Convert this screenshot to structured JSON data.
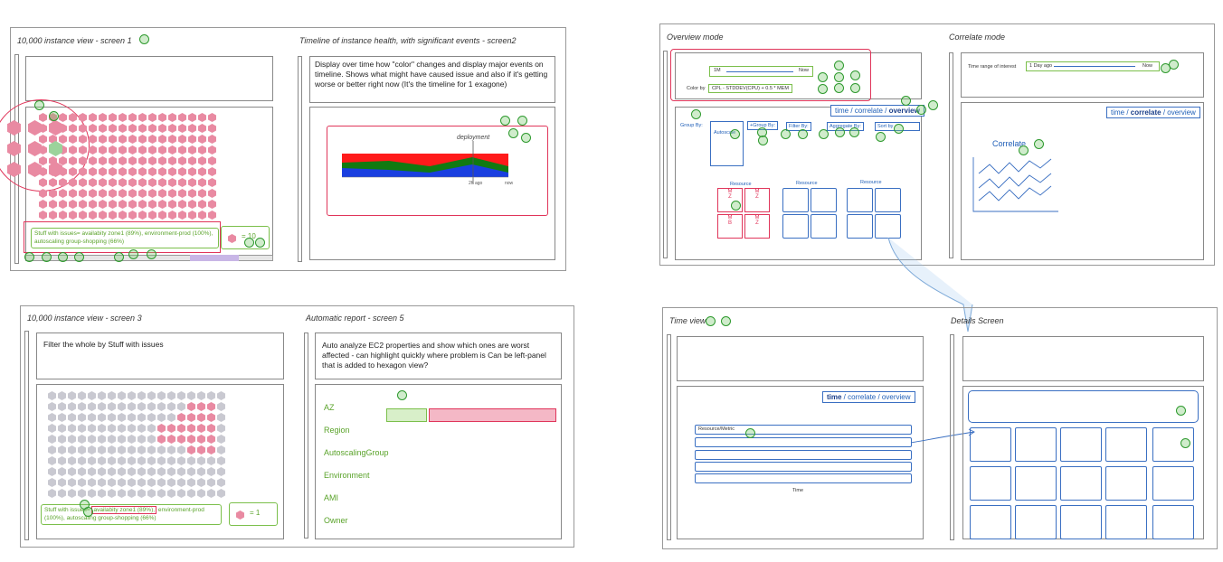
{
  "screen1": {
    "title": "10,000 instance view - screen 1",
    "issues_text": "Stuff with issues= availabity zone1 (89%), environment-prod (100%), autoscaling group-shopping (66%)",
    "count_label": "= 10"
  },
  "screen2": {
    "title": "Timeline of instance health, with significant events - screen2",
    "description": "Display over time how \"color\" changes and display major events on timeline. Shows what might have caused issue and also if it's getting worse or better right now (It's the timeline for 1 exagone)",
    "deployment_label": "deployment",
    "tick_ago": "2h ago",
    "tick_now": "now"
  },
  "screen3": {
    "title": "10,000 instance view - screen 3",
    "filter_text": "Filter the whole by Stuff with issues",
    "issues_prefix": "Stuff with issues=",
    "issues_highlight": "availabity zone1 (89%),",
    "issues_suffix": "environment-prod (100%), autoscaling group-shopping (66%)",
    "count_label": "= 1"
  },
  "screen5": {
    "title": "Automatic report - screen 5",
    "description": "Auto analyze EC2 properties and show which ones are worst affected - can highlight quickly where problem is Can be left-panel that is added to hexagon view?",
    "properties": [
      "AZ",
      "Region",
      "AutoscalingGroup",
      "Environment",
      "AMI",
      "Owner"
    ]
  },
  "overview": {
    "title": "Overview mode",
    "slider_start": "1M",
    "slider_end": "Now",
    "color_by_label": "Color by",
    "color_by_value": "CPL - STDDEV(CPU) + 0.5 * MEM",
    "tabs": {
      "time": "time",
      "correlate": "correlate",
      "overview": "overview",
      "sep": " / "
    },
    "group_by_label": "Group By:",
    "group_by_value": "Autoscale",
    "plus_group_by": "+Group By:",
    "filter_by": "Filter By:",
    "aggregate_by": "Aggregate By:",
    "sort_by": "Sort by",
    "resources": [
      "Resource",
      "Resource",
      "Resource"
    ],
    "cells": [
      "M\nZ",
      "M\nZ",
      "M\nB",
      "M\nZ"
    ]
  },
  "correlate": {
    "title": "Correlate mode",
    "range_label": "Time range of interest",
    "range_start": "1 Day ago",
    "range_end": "Now",
    "chart_title": "Correlate"
  },
  "timeview": {
    "title": "Time view",
    "row_label": "Resource/Metric",
    "axis_label": "Time"
  },
  "details": {
    "title": "Details Screen"
  },
  "colors": {
    "red": "#e0355a",
    "green": "#2e8a2e",
    "blue": "#2160b8"
  }
}
